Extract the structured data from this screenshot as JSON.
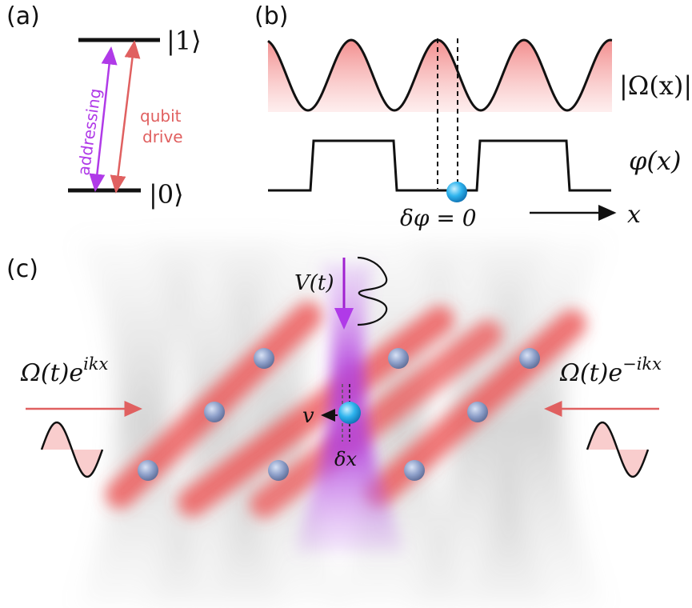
{
  "panel_a": {
    "label": "(a)",
    "ket_1": "|1⟩",
    "ket_0": "|0⟩",
    "addressing_label": "addressing",
    "qubit_label_line1": "qubit",
    "qubit_label_line2": "drive",
    "colors": {
      "addressing": "#b03ae8",
      "qubit_drive": "#e85a5a"
    }
  },
  "panel_b": {
    "label": "(b)",
    "omega_label": "|Ω(x)|",
    "phi_label": "φ(x)",
    "delta_phi_label": "δφ = 0",
    "x_axis_label": "x"
  },
  "panel_c": {
    "label": "(c)",
    "potential_label": "V(t)",
    "left_beam_label": "Ω(t)e",
    "left_beam_exponent": "ikx",
    "right_beam_label": "Ω(t)e",
    "right_beam_exponent": "−ikx",
    "velocity_label": "v",
    "displacement_label": "δx",
    "colors": {
      "beam": "#e85a5a",
      "addressing": "#b03ae8",
      "atom": "#8aa0c8",
      "focused_atom": "#2fa8e8"
    }
  }
}
